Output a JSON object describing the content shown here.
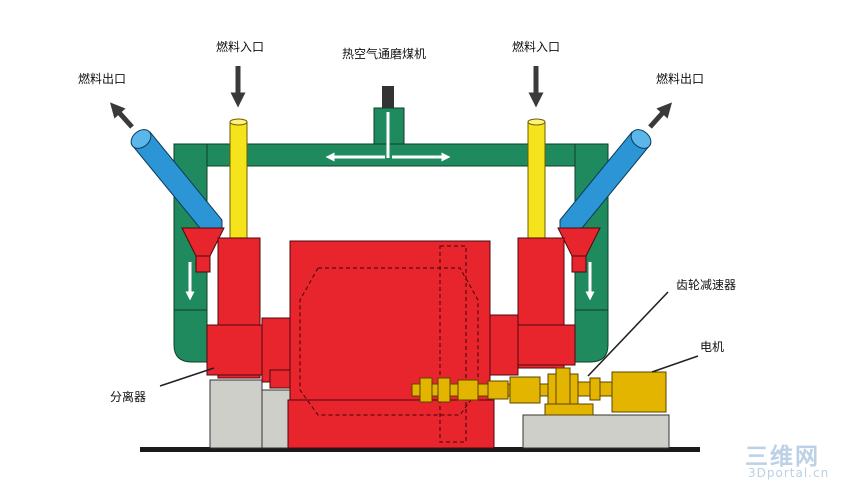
{
  "labels": {
    "fuel_out_left": "燃料出口",
    "fuel_in_left": "燃料入口",
    "hot_air": "热空气通磨煤机",
    "fuel_in_right": "燃料入口",
    "fuel_out_right": "燃料出口",
    "gear_reducer": "齿轮减速器",
    "motor": "电机",
    "separator": "分离器"
  },
  "watermark": {
    "main": "三维网",
    "sub": "3Dportal.cn"
  },
  "colors": {
    "mill_body": "#e8242d",
    "air_duct": "#1f8a5e",
    "fuel_inlet": "#f5e31c",
    "fuel_outlet": "#2b95d6",
    "drive": "#e3b400",
    "foundation": "#cfcfc9",
    "arrow_dark": "#3a3a3a"
  }
}
